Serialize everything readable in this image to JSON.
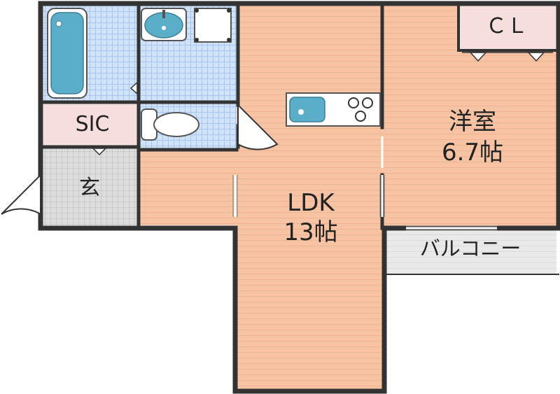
{
  "colors": {
    "wall": "#333333",
    "flooring": "#f6c4a4",
    "flooring_line": "#efb391",
    "tile": "#cfe2f7",
    "tile_line": "#8fb3df",
    "closet": "#f7dede",
    "entrance": "#dddddd",
    "balcony": "#e8e8e8",
    "fixture_blue": "#5aaec8"
  },
  "rooms": {
    "ldk": {
      "name": "LDK",
      "size": "13帖"
    },
    "western": {
      "name": "洋室",
      "size": "6.7帖"
    },
    "closet_cl": {
      "name": "ＣＬ"
    },
    "sic": {
      "name": "SIC"
    },
    "entrance": {
      "name": "玄"
    },
    "balcony": {
      "name": "バルコニー"
    }
  },
  "fixtures": [
    "bathtub-icon",
    "washbasin-icon",
    "washing-machine-icon",
    "toilet-icon",
    "kitchen-sink-icon",
    "stove-burner-icon"
  ]
}
